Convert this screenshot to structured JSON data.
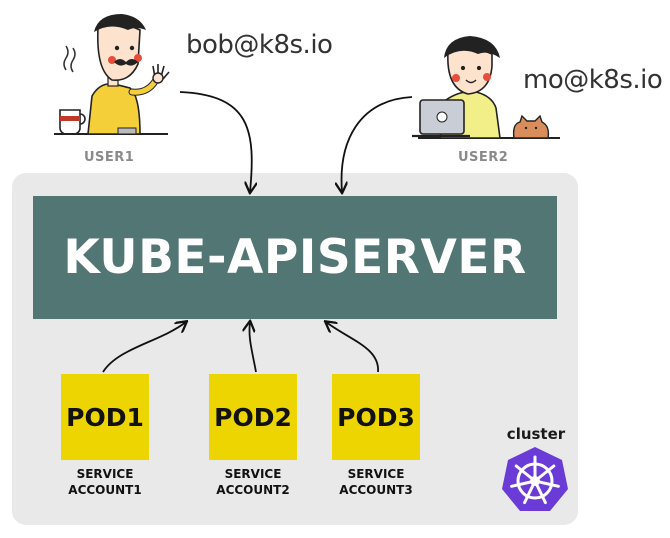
{
  "users": [
    {
      "label": "USER1",
      "email": "bob@k8s.io"
    },
    {
      "label": "USER2",
      "email": "mo@k8s.io"
    }
  ],
  "apiserver": {
    "label": "KUBE-APISERVER"
  },
  "pods": [
    {
      "label": "POD1",
      "sa_line1": "SERVICE",
      "sa_line2": "ACCOUNT1"
    },
    {
      "label": "POD2",
      "sa_line1": "SERVICE",
      "sa_line2": "ACCOUNT2"
    },
    {
      "label": "POD3",
      "sa_line1": "SERVICE",
      "sa_line2": "ACCOUNT3"
    }
  ],
  "cluster": {
    "label": "cluster",
    "logo": "kubernetes-helm-wheel-icon"
  },
  "colors": {
    "apiserver": "#517674",
    "pod": "#ecd500",
    "cluster_bg": "#e9e9e9",
    "k8s_logo": "#6a3bd6",
    "user_label": "#8a8a8a"
  }
}
